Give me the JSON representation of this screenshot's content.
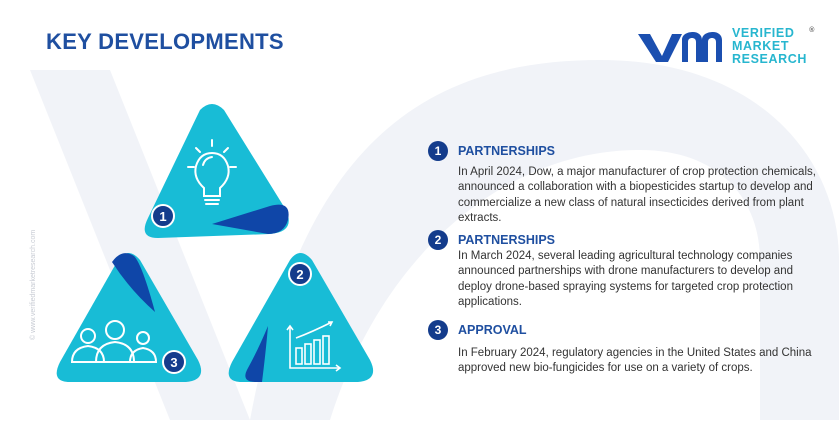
{
  "header": {
    "title": "KEY DEVELOPMENTS"
  },
  "logo": {
    "mark": "vmr",
    "lines": [
      "VERIFIED",
      "MARKET",
      "RESEARCH"
    ],
    "registered": "®"
  },
  "watermark": "© www.verifiedmarketresearch.com",
  "colors": {
    "cyan": "#18bcd6",
    "dark_blue": "#0f46a8",
    "title_blue": "#1f4fa0"
  },
  "graphic": {
    "badges": [
      "1",
      "2",
      "3"
    ],
    "icons": [
      "lightbulb-icon",
      "bar-chart-icon",
      "people-icon"
    ]
  },
  "items": [
    {
      "number": "1",
      "heading": "PARTNERSHIPS",
      "body": "In April 2024, Dow, a major manufacturer of crop protection chemicals, announced a collaboration with a biopesticides startup to develop and commercialize a new class of natural insecticides derived from plant extracts."
    },
    {
      "number": "2",
      "heading": "PARTNERSHIPS",
      "body": "In March 2024, several leading agricultural technology companies announced partnerships with drone manufacturers to develop and deploy drone-based spraying systems for targeted crop protection applications."
    },
    {
      "number": "3",
      "heading": "APPROVAL",
      "body": "In February 2024, regulatory agencies in the United States and China approved new bio-fungicides for use on a variety of crops."
    }
  ]
}
